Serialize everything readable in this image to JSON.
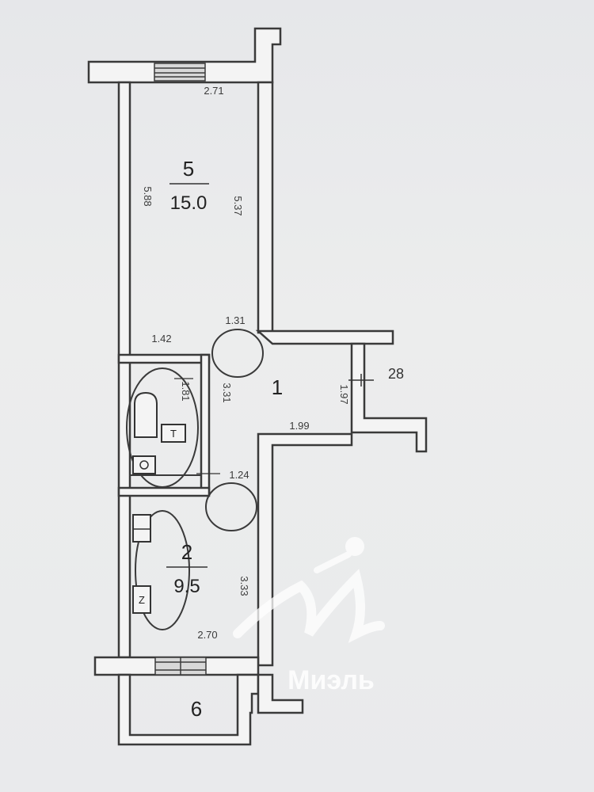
{
  "rooms": [
    {
      "number": "5",
      "area": "15.0"
    },
    {
      "number": "1"
    },
    {
      "number": "2",
      "area": "9.5"
    },
    {
      "number": "6"
    }
  ],
  "labels": {
    "adjacent": "28"
  },
  "dimensions": {
    "d271": "2.71",
    "d588": "5.88",
    "d537": "5.37",
    "d131": "1.31",
    "d142": "1.42",
    "d181": "1.81",
    "d331": "3.31",
    "d197": "1.97",
    "d199": "1.99",
    "d124": "1.24",
    "d333": "3.33",
    "d270": "2.70"
  },
  "fixtures": {
    "toilet_tank": "T",
    "washer": "Z"
  },
  "watermark": {
    "text": "Миэль"
  }
}
